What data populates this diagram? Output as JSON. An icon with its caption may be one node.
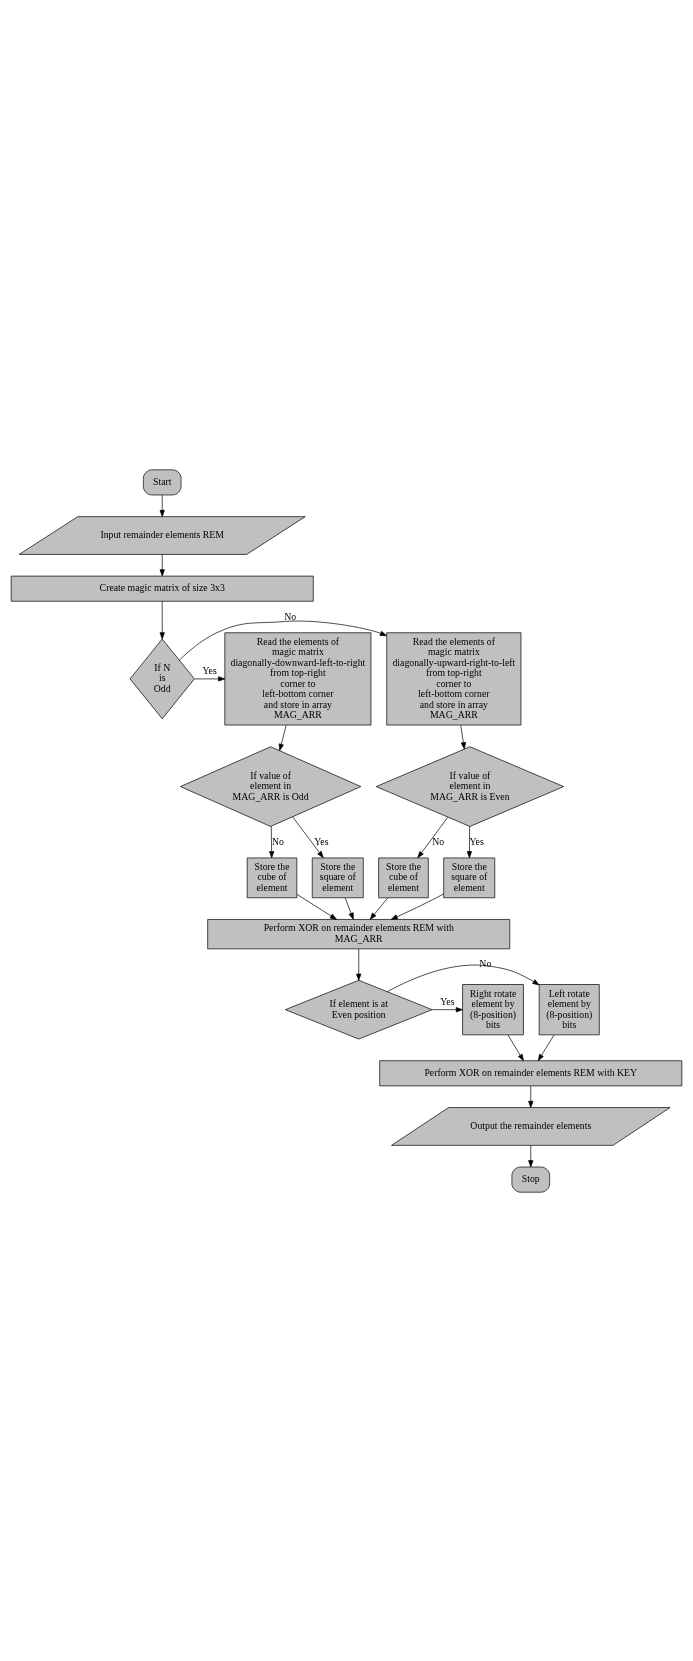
{
  "diagram": {
    "nodes": [
      {
        "text": [
          "Start"
        ]
      },
      {
        "text": [
          "Input remainder elements REM"
        ]
      },
      {
        "text": [
          "Create magic matrix of size 3x3"
        ]
      },
      {
        "text": [
          "If N is Odd"
        ]
      },
      {
        "text": [
          "Read the elements of magic matrix diagonally-upward-right-to-left from top-right corner to left-bottom corner and store in array MAG_ARR"
        ]
      },
      {
        "text": [
          "Read the elements of magic matrix diagonally-downward-left-to-right from top-right corner to left-bottom corner and store in array MAG_ARR"
        ]
      },
      {
        "text": [
          "If value of element in MAG_ARR is Even"
        ]
      },
      {
        "text": [
          "If value of element in MAG_ARR is Odd"
        ]
      },
      {
        "text": [
          "Store the cube of element"
        ]
      },
      {
        "text": [
          "Store the square of element"
        ]
      },
      {
        "text": [
          "Store the cube of element"
        ]
      },
      {
        "text": [
          "Store the square of element"
        ]
      },
      {
        "text": [
          "Perform XOR on remainder elements REM with MAG_ARR"
        ]
      },
      {
        "text": [
          "If element is at Even position"
        ]
      },
      {
        "text": [
          "Left rotate element by (8-position) bits"
        ]
      },
      {
        "text": [
          "Right rotate element by (8-position) bits"
        ]
      },
      {
        "text": [
          "Perform XOR on remainder elements REM with KEY"
        ]
      },
      {
        "text": [
          "Output the remainder elements"
        ]
      },
      {
        "text": [
          "Stop"
        ]
      }
    ],
    "edges": [
      {
        "from": 0,
        "to": 1,
        "arrow": "to"
      },
      {
        "from": 1,
        "to": 2,
        "arrow": "to"
      },
      {
        "from": 2,
        "to": 3,
        "arrow": "to"
      },
      {
        "from": 3,
        "to": 4,
        "arrow": "to",
        "label": "No"
      },
      {
        "from": 3,
        "to": 5,
        "arrow": "to",
        "label": "Yes"
      },
      {
        "from": 4,
        "to": 6,
        "arrow": "to"
      },
      {
        "from": 5,
        "to": 7,
        "arrow": "to"
      },
      {
        "from": 6,
        "to": 8,
        "arrow": "to",
        "label": "No"
      },
      {
        "from": 6,
        "to": 9,
        "arrow": "to",
        "label": "Yes"
      },
      {
        "from": 7,
        "to": 10,
        "arrow": "to",
        "label": "No"
      },
      {
        "from": 7,
        "to": 11,
        "arrow": "to",
        "label": "Yes"
      },
      {
        "from": 8,
        "to": 12,
        "arrow": "to"
      },
      {
        "from": 9,
        "to": 12,
        "arrow": "to"
      },
      {
        "from": 10,
        "to": 12,
        "arrow": "to"
      },
      {
        "from": 11,
        "to": 12,
        "arrow": "to"
      },
      {
        "from": 12,
        "to": 13,
        "arrow": "to"
      },
      {
        "from": 13,
        "to": 14,
        "arrow": "to",
        "label": "No"
      },
      {
        "from": 13,
        "to": 15,
        "arrow": "to",
        "label": "Yes"
      },
      {
        "from": 14,
        "to": 16,
        "arrow": "to"
      },
      {
        "from": 15,
        "to": 16,
        "arrow": "to"
      },
      {
        "from": 16,
        "to": 17,
        "arrow": "to"
      },
      {
        "from": 17,
        "to": 18,
        "arrow": "to"
      }
    ]
  }
}
